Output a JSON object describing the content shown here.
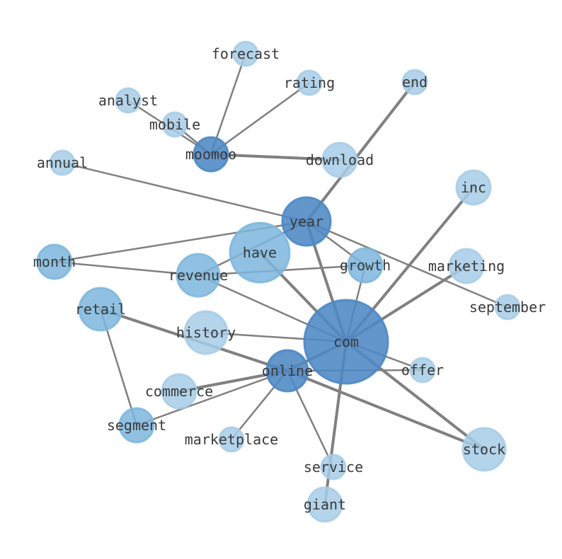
{
  "colors": {
    "background": "#ffffff",
    "edge": "#808080",
    "label": "#3a3a3a",
    "node_light": "#a6cde6",
    "node_mid": "#7db6dd",
    "node_dark": "#4d88c4"
  },
  "nodes": [
    {
      "id": "com",
      "label": "com",
      "tone": "dark"
    },
    {
      "id": "year",
      "label": "year",
      "tone": "dark"
    },
    {
      "id": "moomoo",
      "label": "moomoo",
      "tone": "dark"
    },
    {
      "id": "online",
      "label": "online",
      "tone": "dark"
    },
    {
      "id": "have",
      "label": "have",
      "tone": "mid"
    },
    {
      "id": "revenue",
      "label": "revenue",
      "tone": "mid"
    },
    {
      "id": "growth",
      "label": "growth",
      "tone": "mid"
    },
    {
      "id": "month",
      "label": "month",
      "tone": "mid"
    },
    {
      "id": "retail",
      "label": "retail",
      "tone": "mid"
    },
    {
      "id": "segment",
      "label": "segment",
      "tone": "mid"
    },
    {
      "id": "forecast",
      "label": "forecast",
      "tone": "light"
    },
    {
      "id": "rating",
      "label": "rating",
      "tone": "light"
    },
    {
      "id": "analyst",
      "label": "analyst",
      "tone": "light"
    },
    {
      "id": "mobile",
      "label": "mobile",
      "tone": "light"
    },
    {
      "id": "end",
      "label": "end",
      "tone": "light"
    },
    {
      "id": "download",
      "label": "download",
      "tone": "light"
    },
    {
      "id": "annual",
      "label": "annual",
      "tone": "light"
    },
    {
      "id": "inc",
      "label": "inc",
      "tone": "light"
    },
    {
      "id": "marketing",
      "label": "marketing",
      "tone": "light"
    },
    {
      "id": "september",
      "label": "september",
      "tone": "light"
    },
    {
      "id": "history",
      "label": "history",
      "tone": "light"
    },
    {
      "id": "offer",
      "label": "offer",
      "tone": "light"
    },
    {
      "id": "commerce",
      "label": "commerce",
      "tone": "light"
    },
    {
      "id": "marketplace",
      "label": "marketplace",
      "tone": "light"
    },
    {
      "id": "stock",
      "label": "stock",
      "tone": "light"
    },
    {
      "id": "service",
      "label": "service",
      "tone": "light"
    },
    {
      "id": "giant",
      "label": "giant",
      "tone": "light"
    }
  ],
  "edges": [
    {
      "source": "moomoo",
      "target": "forecast"
    },
    {
      "source": "moomoo",
      "target": "rating"
    },
    {
      "source": "moomoo",
      "target": "analyst"
    },
    {
      "source": "moomoo",
      "target": "mobile"
    },
    {
      "source": "moomoo",
      "target": "download",
      "weight": "heavy"
    },
    {
      "source": "year",
      "target": "end",
      "weight": "heavy"
    },
    {
      "source": "year",
      "target": "annual"
    },
    {
      "source": "year",
      "target": "month"
    },
    {
      "source": "year",
      "target": "growth"
    },
    {
      "source": "year",
      "target": "september"
    },
    {
      "source": "year",
      "target": "com",
      "weight": "heavy"
    },
    {
      "source": "year",
      "target": "revenue"
    },
    {
      "source": "month",
      "target": "revenue"
    },
    {
      "source": "revenue",
      "target": "growth"
    },
    {
      "source": "revenue",
      "target": "com"
    },
    {
      "source": "have",
      "target": "com",
      "weight": "heavy"
    },
    {
      "source": "growth",
      "target": "com"
    },
    {
      "source": "com",
      "target": "inc",
      "weight": "heavy"
    },
    {
      "source": "com",
      "target": "marketing",
      "weight": "heavy"
    },
    {
      "source": "com",
      "target": "history"
    },
    {
      "source": "com",
      "target": "offer"
    },
    {
      "source": "com",
      "target": "stock",
      "weight": "heavy"
    },
    {
      "source": "com",
      "target": "giant",
      "weight": "heavy"
    },
    {
      "source": "com",
      "target": "online",
      "weight": "heavy"
    },
    {
      "source": "retail",
      "target": "online",
      "weight": "heavy"
    },
    {
      "source": "retail",
      "target": "segment"
    },
    {
      "source": "online",
      "target": "commerce",
      "weight": "heavy"
    },
    {
      "source": "online",
      "target": "segment"
    },
    {
      "source": "online",
      "target": "marketplace"
    },
    {
      "source": "online",
      "target": "service"
    },
    {
      "source": "online",
      "target": "offer"
    },
    {
      "source": "online",
      "target": "stock",
      "weight": "heavy"
    }
  ]
}
